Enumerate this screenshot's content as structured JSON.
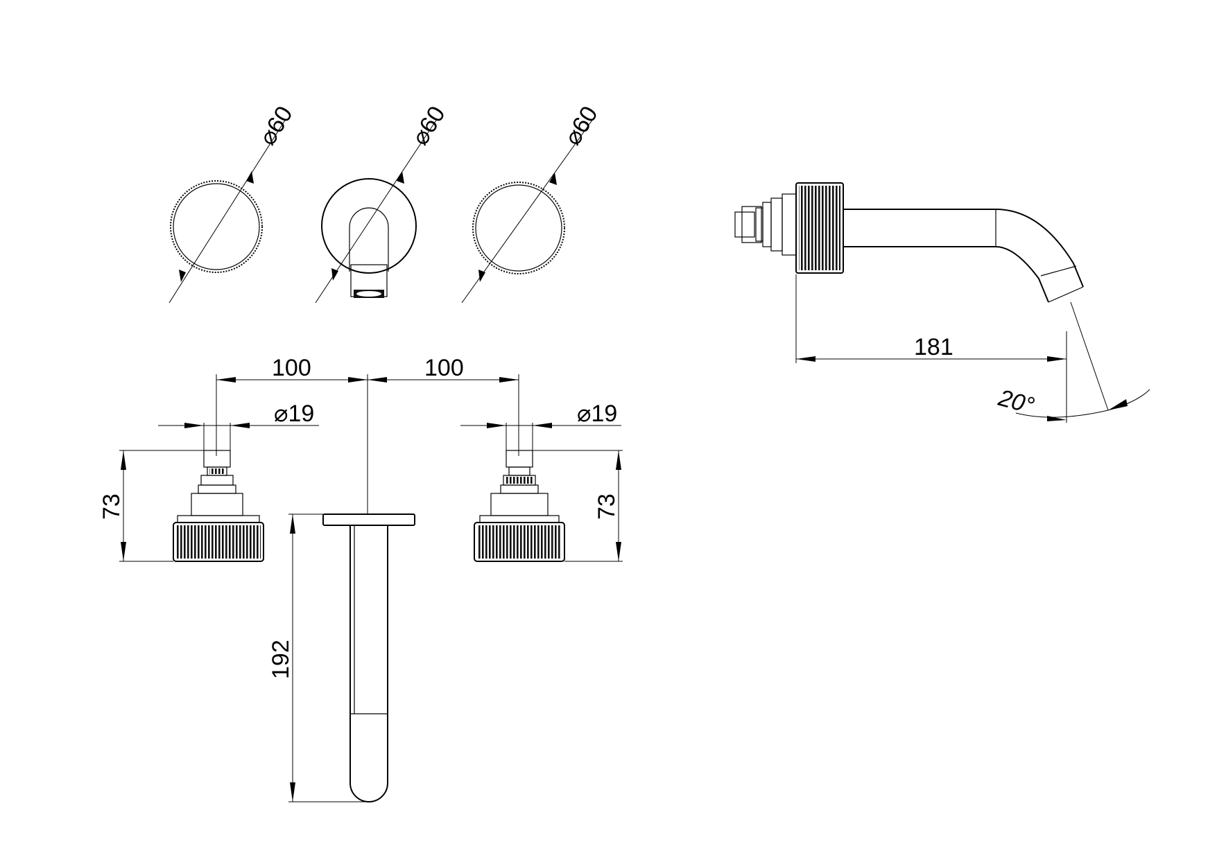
{
  "colors": {
    "line": "#000000",
    "background": "#ffffff"
  },
  "front_views": {
    "left_handle": {
      "diameter_label": "⌀60"
    },
    "spout_flange": {
      "diameter_label": "⌀60"
    },
    "right_handle": {
      "diameter_label": "⌀60"
    }
  },
  "top_view": {
    "spacing_left_label": "100",
    "spacing_right_label": "100",
    "left_spindle_diameter_label": "⌀19",
    "right_spindle_diameter_label": "⌀19",
    "left_handle_depth_label": "73",
    "right_handle_depth_label": "73",
    "spout_length_label": "192"
  },
  "side_view": {
    "spout_projection_label": "181",
    "spout_angle_label": "20°"
  }
}
